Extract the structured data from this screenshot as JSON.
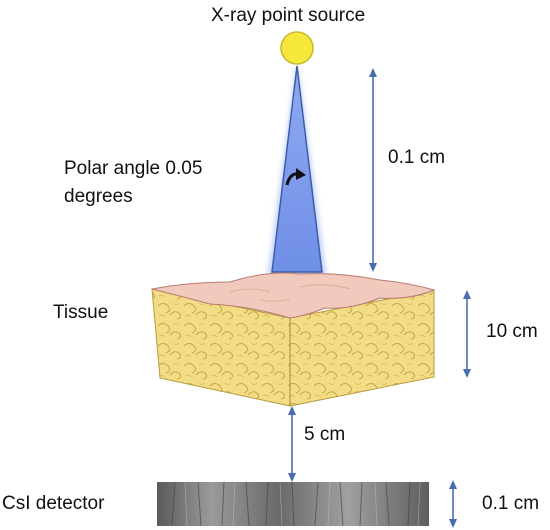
{
  "labels": {
    "source": "X-ray point source",
    "polar_angle": "Polar angle 0.05 degrees",
    "source_to_tissue": "0.1 cm",
    "tissue": "Tissue",
    "tissue_thickness": "10 cm",
    "tissue_to_detector": "5 cm",
    "detector": "CsI detector",
    "detector_thickness": "0.1 cm"
  },
  "colors": {
    "source": "#f5e83a",
    "beam": "#7e9ff0",
    "beam_glow": "#b9c9f9",
    "arrow": "#4a6db0",
    "tissue_top": "#f2c9bd",
    "tissue_side": "#f3dc86",
    "detector": "#707070"
  },
  "icons": {
    "rotation": "curved-rotation-arrow-icon"
  }
}
